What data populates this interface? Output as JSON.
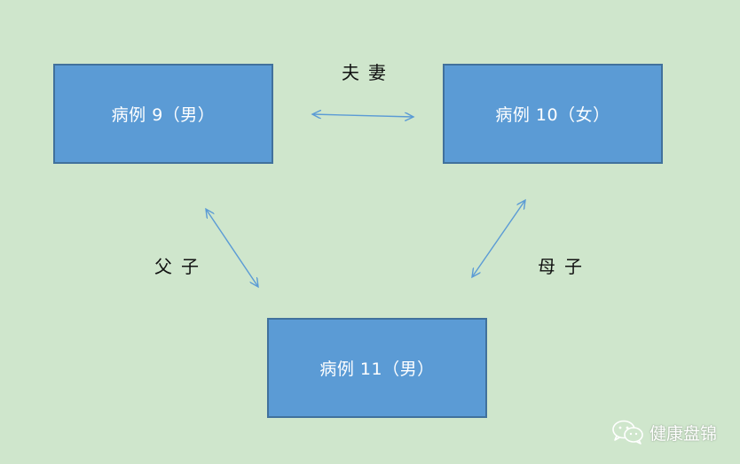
{
  "nodes": {
    "case9": "病例 9（男）",
    "case10": "病例 10（女）",
    "case11": "病例 11（男）"
  },
  "relations": {
    "spouse": "夫妻",
    "father_son": "父子",
    "mother_son": "母子"
  },
  "watermark": {
    "text": "健康盘锦",
    "icon": "wechat-icon"
  },
  "colors": {
    "background": "#cfe6cc",
    "node_fill": "#5b9bd5",
    "node_border": "#41719c",
    "arrow": "#5b9bd5"
  }
}
